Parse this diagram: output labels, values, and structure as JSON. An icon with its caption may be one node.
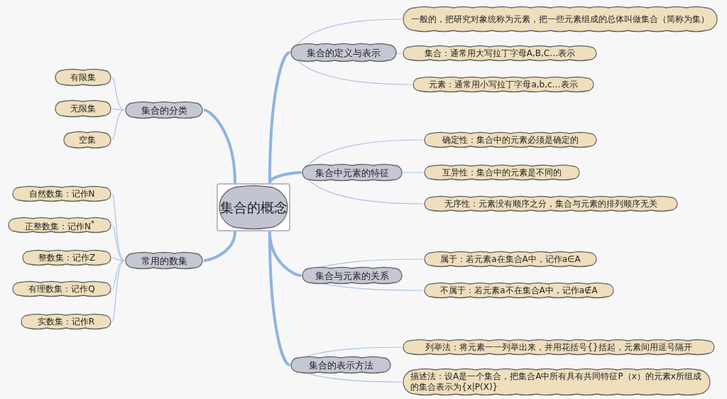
{
  "diagram": {
    "nodes": [
      {
        "text": [
          "集合的概念"
        ]
      },
      {
        "text": [
          "集合的定义与表示"
        ]
      },
      {
        "text": [
          "一般的，把研究对象统称为元素，把一些元素组成的总体叫做集合（简称为集）"
        ]
      },
      {
        "text": [
          "集合：通常用大写拉丁字母A,B,C…表示"
        ]
      },
      {
        "text": [
          "元素：通常用小写拉丁字母a,b,c…表示"
        ]
      },
      {
        "text": [
          "集合中元素的特征"
        ]
      },
      {
        "text": [
          "确定性：集合中的元素必须是确定的"
        ]
      },
      {
        "text": [
          "互异性：集合中的元素是不同的"
        ]
      },
      {
        "text": [
          "无序性：元素没有顺序之分，集合与元素的排列顺序无关"
        ]
      },
      {
        "text": [
          "集合与元素的关系"
        ]
      },
      {
        "text": [
          "属于：若元素a在集合A中，记作a∈A"
        ]
      },
      {
        "text": [
          "不属于：若元素a不在集合A中，记作a∉A"
        ]
      },
      {
        "text": [
          "集合的表示方法"
        ]
      },
      {
        "text": [
          "列举法：将元素一一列举出来，并用花括号{}括起，元素间用逗号隔开"
        ]
      },
      {
        "text": [
          "描述法：设A是一个集合，把集合A中所有具有共同特征P（x）的元素x所组成的集合表示为{x|P(X)}"
        ]
      },
      {
        "text": [
          "集合的分类"
        ]
      },
      {
        "text": [
          "有限集"
        ]
      },
      {
        "text": [
          "无限集"
        ]
      },
      {
        "text": [
          "空集"
        ]
      },
      {
        "text": [
          "常用的数集"
        ]
      },
      {
        "text": [
          "自然数集：记作N"
        ]
      },
      {
        "text": [
          "正整数集：记作N$^{*}$"
        ]
      },
      {
        "text": [
          "整数集：记作Z"
        ]
      },
      {
        "text": [
          "有理数集：记作Q"
        ]
      },
      {
        "text": [
          "实数集：记作R"
        ]
      }
    ],
    "edges": [
      {
        "from": 0,
        "to": 1,
        "arrow": "none",
        "style": "thick"
      },
      {
        "from": 1,
        "to": 2,
        "arrow": "none"
      },
      {
        "from": 1,
        "to": 3,
        "arrow": "none"
      },
      {
        "from": 1,
        "to": 4,
        "arrow": "none"
      },
      {
        "from": 0,
        "to": 5,
        "arrow": "none",
        "style": "thick"
      },
      {
        "from": 5,
        "to": 6,
        "arrow": "none"
      },
      {
        "from": 5,
        "to": 7,
        "arrow": "none"
      },
      {
        "from": 5,
        "to": 8,
        "arrow": "none"
      },
      {
        "from": 0,
        "to": 9,
        "arrow": "none",
        "style": "thick"
      },
      {
        "from": 9,
        "to": 10,
        "arrow": "none"
      },
      {
        "from": 9,
        "to": 11,
        "arrow": "none"
      },
      {
        "from": 0,
        "to": 12,
        "arrow": "none",
        "style": "thick"
      },
      {
        "from": 12,
        "to": 13,
        "arrow": "none"
      },
      {
        "from": 12,
        "to": 14,
        "arrow": "none"
      },
      {
        "from": 0,
        "to": 15,
        "arrow": "none",
        "style": "thick"
      },
      {
        "from": 15,
        "to": 16,
        "arrow": "none"
      },
      {
        "from": 15,
        "to": 17,
        "arrow": "none"
      },
      {
        "from": 15,
        "to": 18,
        "arrow": "none"
      },
      {
        "from": 0,
        "to": 19,
        "arrow": "none",
        "style": "thick"
      },
      {
        "from": 19,
        "to": 20,
        "arrow": "none"
      },
      {
        "from": 19,
        "to": 21,
        "arrow": "none"
      },
      {
        "from": 19,
        "to": 22,
        "arrow": "none"
      },
      {
        "from": 19,
        "to": 23,
        "arrow": "none"
      },
      {
        "from": 19,
        "to": 24,
        "arrow": "none"
      }
    ]
  }
}
